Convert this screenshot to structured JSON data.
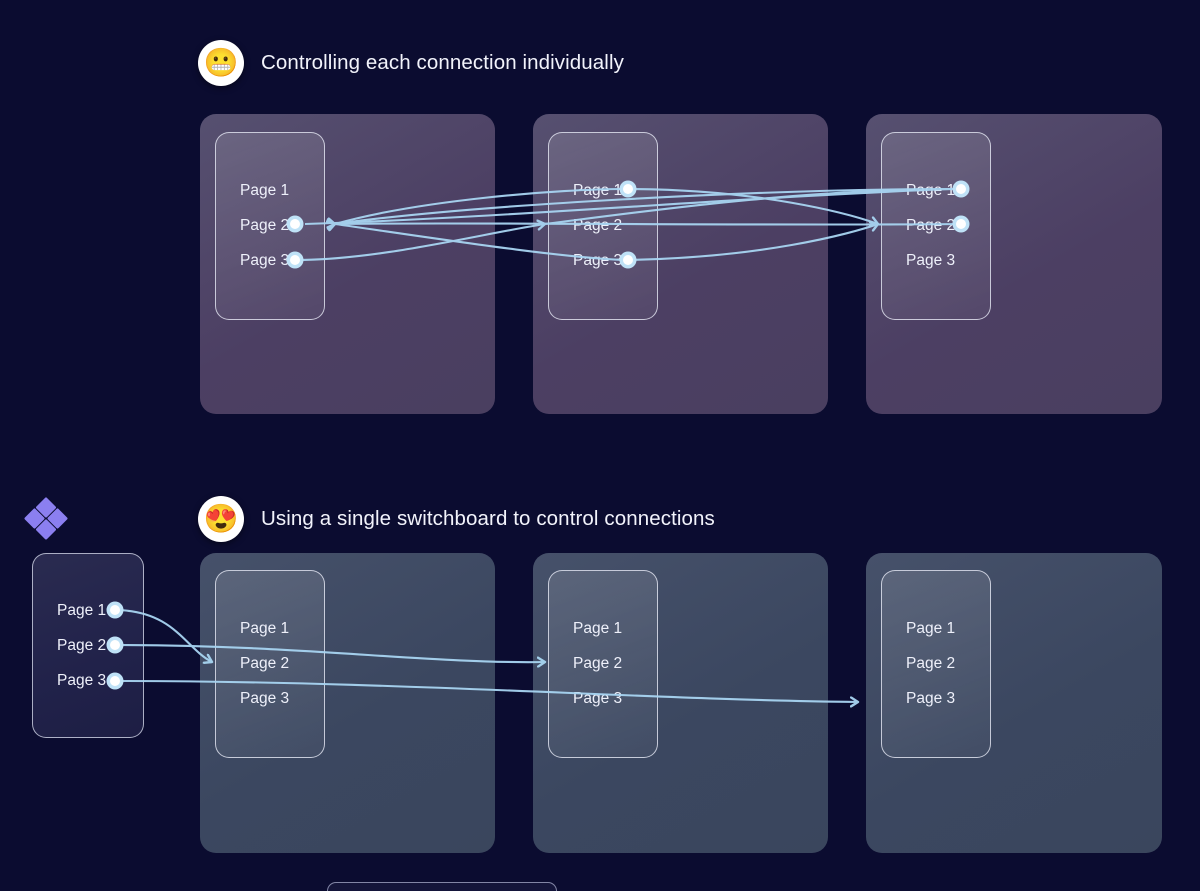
{
  "background_color": "#0b0c30",
  "accent_color": "#8b7ff0",
  "wire_color": "#a8d5f2",
  "brand": {
    "name": "diamond-logo",
    "color": "#8b7ff0"
  },
  "sections": [
    {
      "id": "individual",
      "emoji": "😬",
      "emoji_name": "grimacing-face",
      "title": "Controlling each connection individually",
      "panel_color": "#4c3f63",
      "columns": [
        {
          "id": "col-1",
          "pages": [
            {
              "label": "Page 1",
              "connected": false
            },
            {
              "label": "Page 2",
              "connected": true
            },
            {
              "label": "Page 3",
              "connected": true
            }
          ]
        },
        {
          "id": "col-2",
          "pages": [
            {
              "label": "Page 1",
              "connected": true
            },
            {
              "label": "Page 2",
              "connected": false
            },
            {
              "label": "Page 3",
              "connected": true
            }
          ]
        },
        {
          "id": "col-3",
          "pages": [
            {
              "label": "Page 1",
              "connected": true
            },
            {
              "label": "Page 2",
              "connected": true
            },
            {
              "label": "Page 3",
              "connected": false
            }
          ]
        }
      ]
    },
    {
      "id": "switchboard",
      "emoji": "😍",
      "emoji_name": "smiling-face-with-heart-eyes",
      "title": "Using a single switchboard to control connections",
      "panel_color": "#3b4760",
      "switchboard": {
        "id": "switchboard-card",
        "pages": [
          {
            "label": "Page 1",
            "connected": true
          },
          {
            "label": "Page 2",
            "connected": true
          },
          {
            "label": "Page 3",
            "connected": true
          }
        ]
      },
      "columns": [
        {
          "id": "col-1",
          "pages": [
            {
              "label": "Page 1",
              "connected": false
            },
            {
              "label": "Page 2",
              "connected": false
            },
            {
              "label": "Page 3",
              "connected": false
            }
          ]
        },
        {
          "id": "col-2",
          "pages": [
            {
              "label": "Page 1",
              "connected": false
            },
            {
              "label": "Page 2",
              "connected": false
            },
            {
              "label": "Page 3",
              "connected": false
            }
          ]
        },
        {
          "id": "col-3",
          "pages": [
            {
              "label": "Page 1",
              "connected": false
            },
            {
              "label": "Page 2",
              "connected": false
            },
            {
              "label": "Page 3",
              "connected": false
            }
          ]
        }
      ]
    }
  ]
}
